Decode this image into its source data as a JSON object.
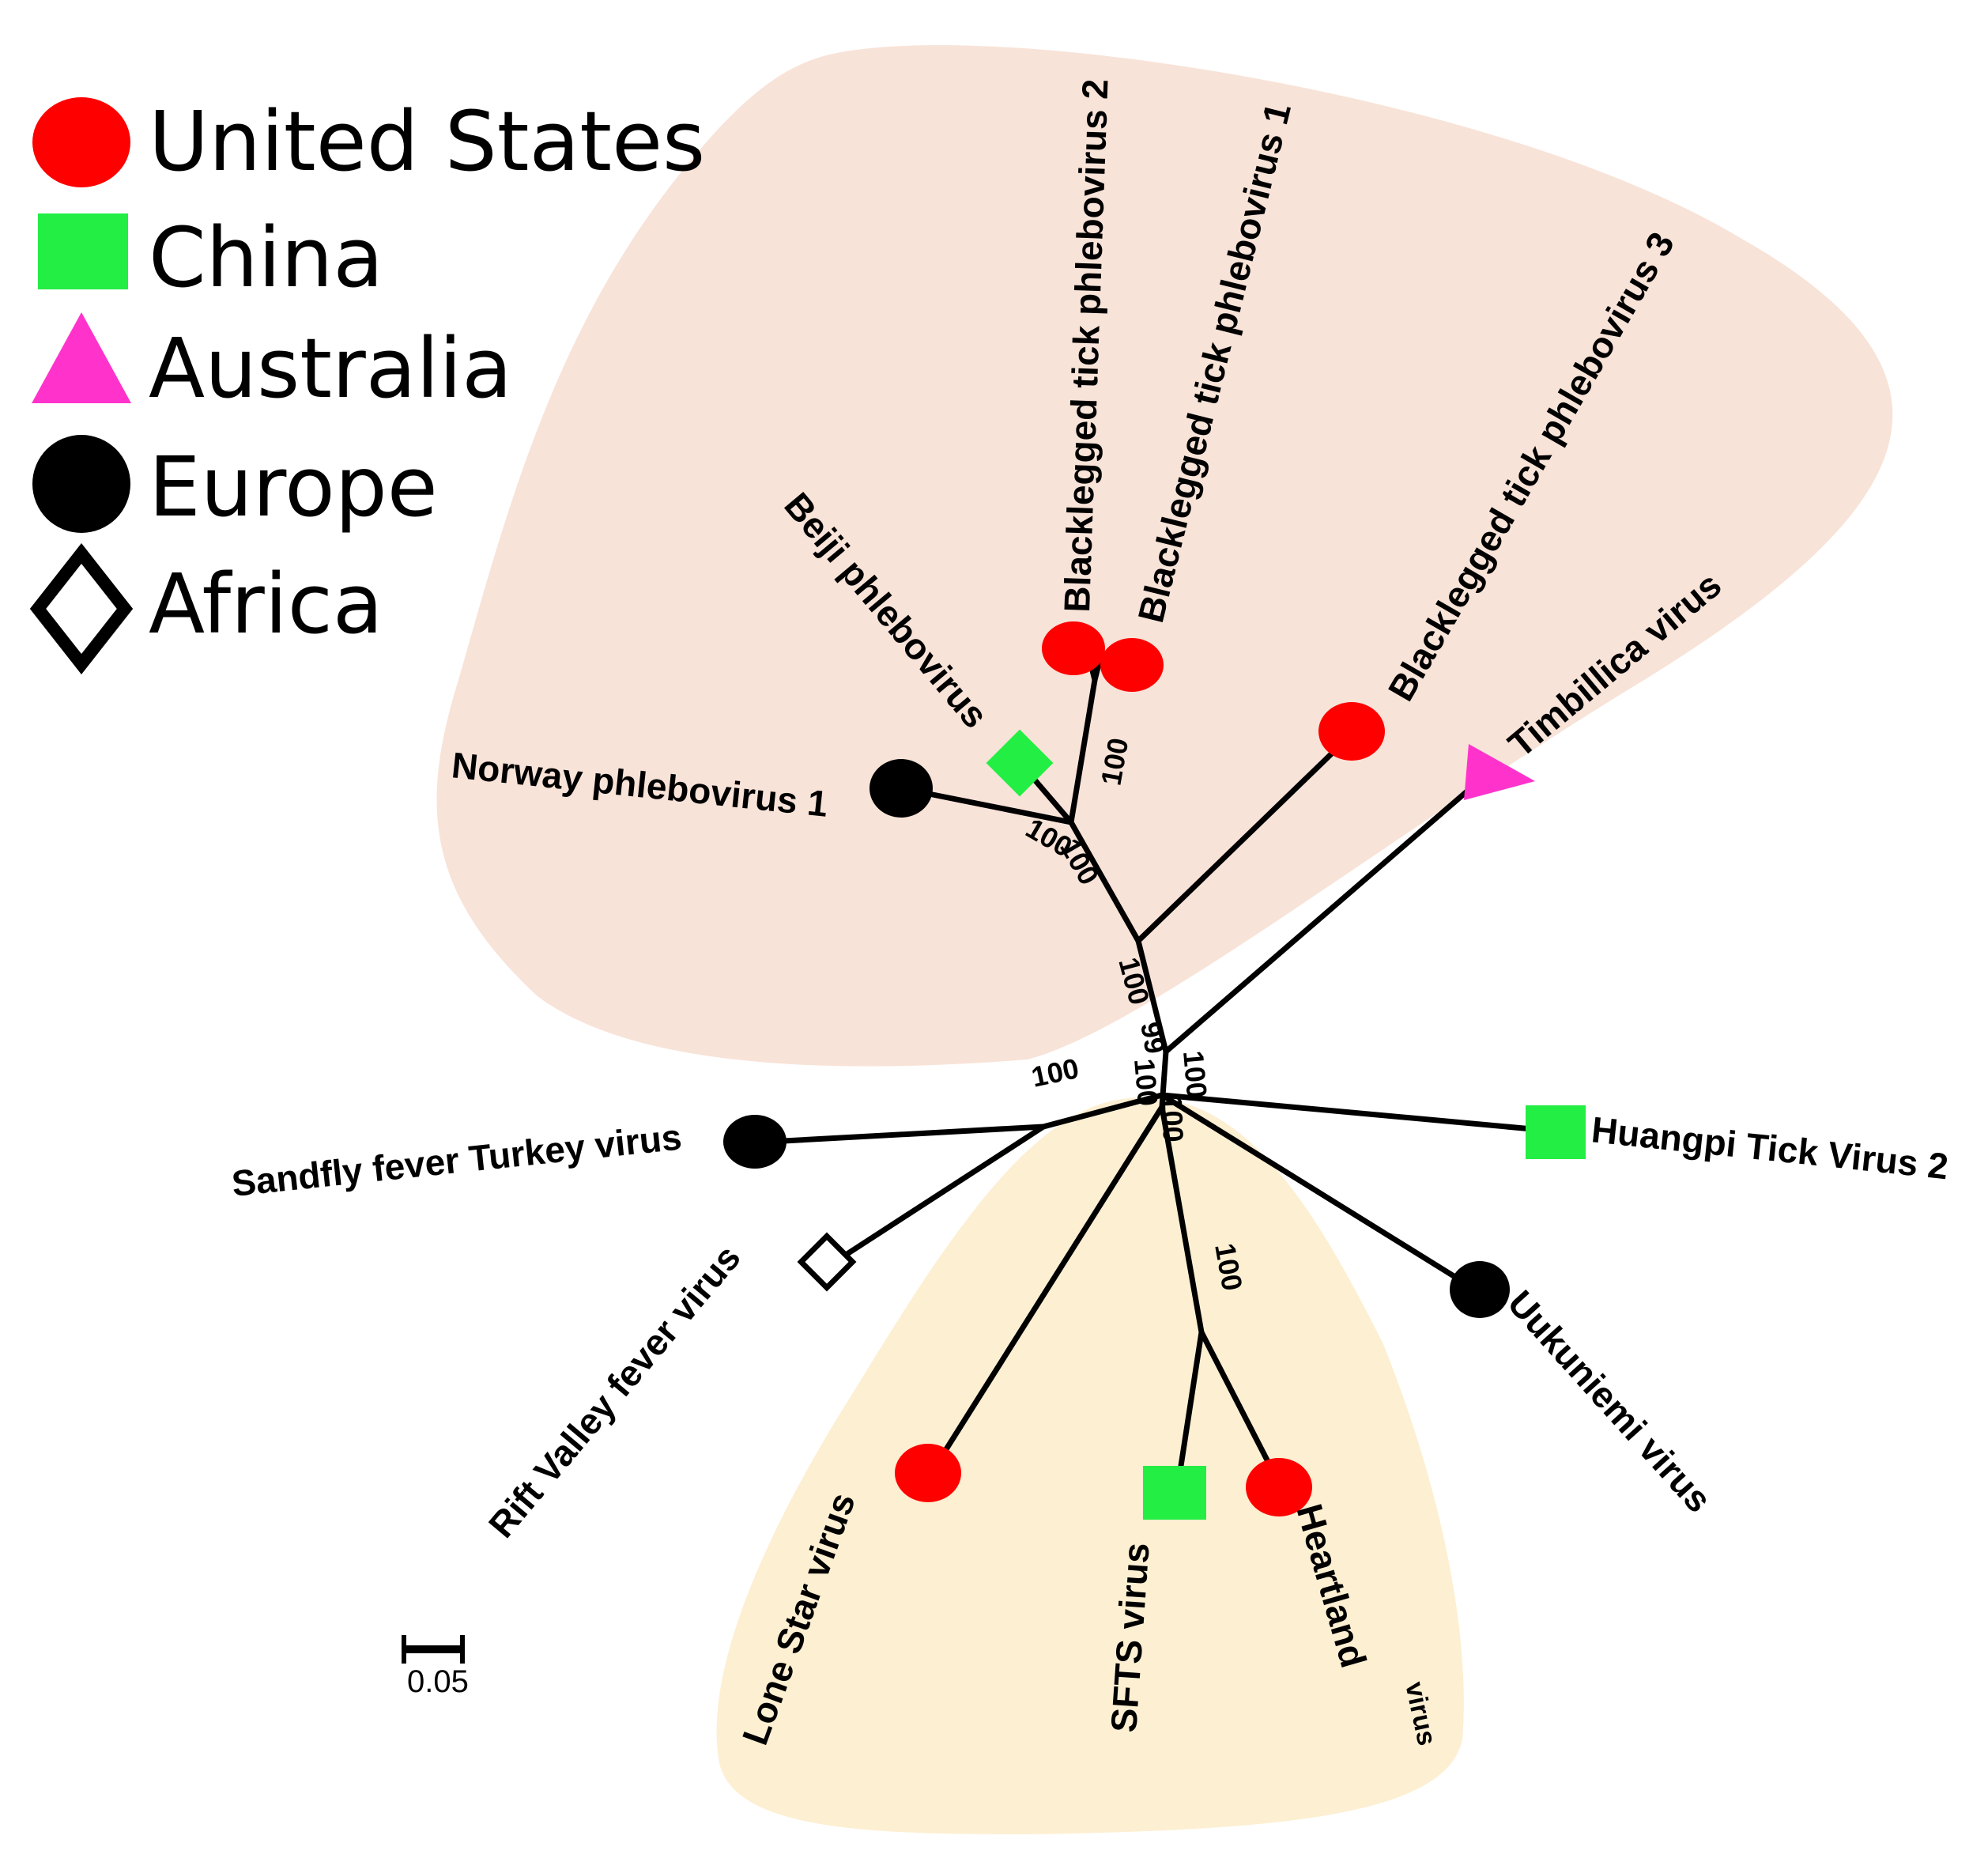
{
  "colors": {
    "united_states": "#ff0000",
    "china": "#22ee44",
    "australia": "#ff33cc",
    "europe": "#000000",
    "africa": "#ffffff",
    "clade_upper_bg": "#f8e3d8",
    "clade_lower_bg": "#fdefd2"
  },
  "legend": [
    {
      "region": "United States",
      "symbol": "circle",
      "color": "#ff0000"
    },
    {
      "region": "China",
      "symbol": "square",
      "color": "#22ee44"
    },
    {
      "region": "Australia",
      "symbol": "triangle",
      "color": "#ff33cc"
    },
    {
      "region": "Europe",
      "symbol": "circle",
      "color": "#000000"
    },
    {
      "region": "Africa",
      "symbol": "diamond-outline",
      "color": "#ffffff"
    }
  ],
  "taxa": {
    "btp2": "Blacklegged  tick phlebovirus 2",
    "btp1": "Blacklegged  tick phlebovirus 1",
    "btp3": "Blacklegged  tick phlebovirus 3",
    "beiji": "Beiji phlebovirus",
    "norway": "Norway phlebovirus 1",
    "timbillica": "Timbillica virus",
    "sandfly": "Sandfly fever Turkey virus",
    "huangpi": "Huangpi Tick Virus 2",
    "rift": "Rift Valley fever virus",
    "uukuniemi": "Uukuniemi virus",
    "lonestar": "Lone Star virus",
    "sfts": "SFTS virus",
    "heartland_main": "Heartland",
    "heartland_small": "virus"
  },
  "bootstrap": {
    "b_btp12": "100",
    "b_beiji_a": "100",
    "b_beiji_b": "100",
    "b_upper_a": "100",
    "b_upper_b": "99",
    "b_rift": "100",
    "b_center_a": "100",
    "b_center_b": "100",
    "b_center_c": "100",
    "b_sfts": "100"
  },
  "scale_bar": {
    "label": "0.05"
  }
}
